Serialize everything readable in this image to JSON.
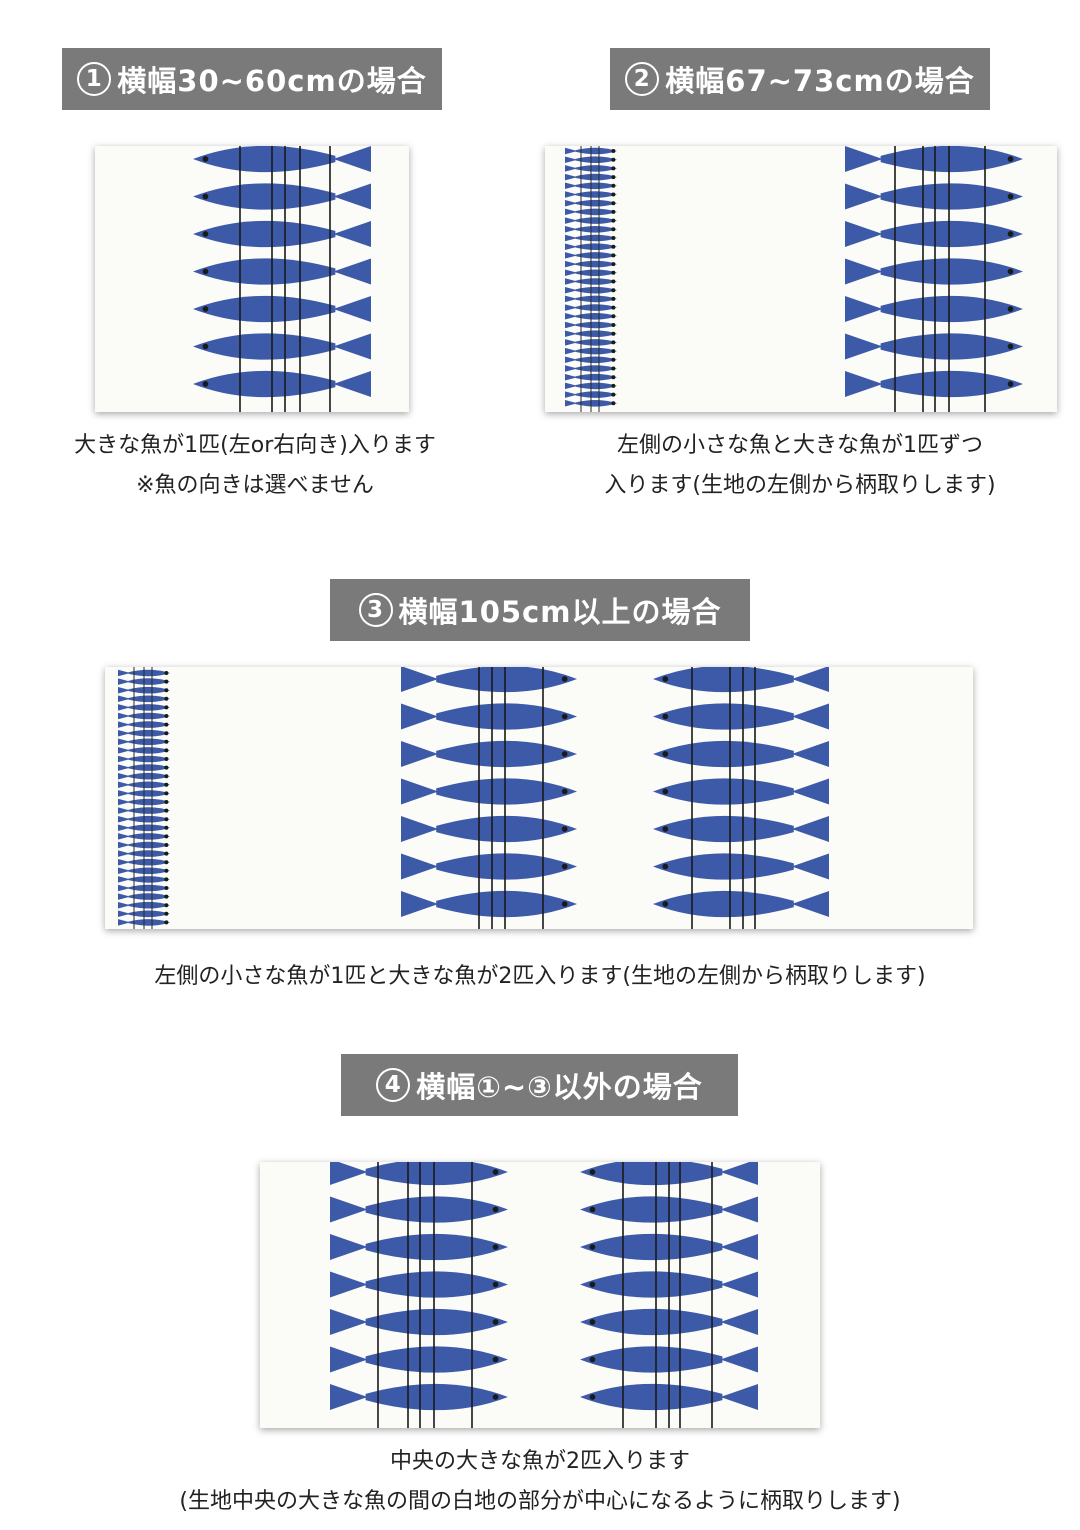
{
  "sections": [
    {
      "number": "1",
      "title": "横幅30~60cmの場合",
      "caption_lines": [
        "大きな魚が1匹(左or右向き)入ります",
        "※魚の向きは選べません"
      ]
    },
    {
      "number": "2",
      "title": "横幅67~73cmの場合",
      "caption_lines": [
        "左側の小さな魚と大きな魚が1匹ずつ",
        "入ります(生地の左側から柄取りします)"
      ]
    },
    {
      "number": "3",
      "title": "横幅105cm以上の場合",
      "caption_lines": [
        "左側の小さな魚が1匹と大きな魚が2匹入ります(生地の左側から柄取りします)"
      ]
    },
    {
      "number": "4",
      "title": "横幅①~③以外の場合",
      "caption_lines": [
        "中央の大きな魚が2匹入ります",
        "(生地中央の大きな魚の間の白地の部分が中心になるように柄取りします)"
      ]
    }
  ],
  "colors": {
    "fish": "#3c5aa8",
    "label_bg": "#7a7a7a",
    "fabric": "#fbfbf8"
  }
}
